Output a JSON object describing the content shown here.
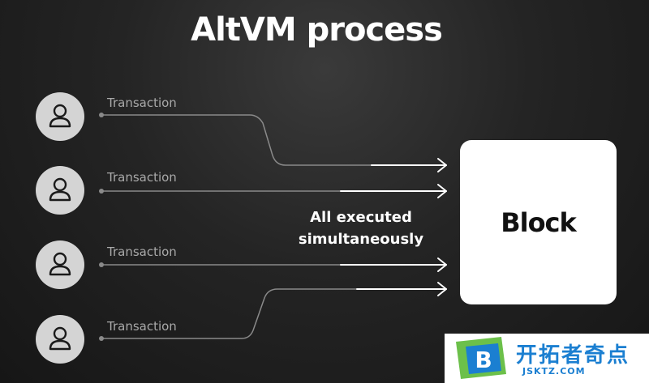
{
  "title": "AltVM process",
  "transactions": [
    {
      "label": "Transaction"
    },
    {
      "label": "Transaction"
    },
    {
      "label": "Transaction"
    },
    {
      "label": "Transaction"
    }
  ],
  "block": {
    "label": "Block"
  },
  "execution_note": [
    "All executed",
    "simultaneously"
  ],
  "watermark": {
    "name": "开拓者奇点",
    "url": "JSKTZ.COM",
    "logo_letter": "B"
  },
  "colors": {
    "background": "#1e1e1e",
    "text": "#ffffff",
    "label": "#a9a9a9",
    "connector": "#8a8a8a",
    "arrow": "#ffffff",
    "avatar": "#d4d4d4",
    "watermark_blue": "#1b7fd1",
    "watermark_green": "#6cc04a"
  },
  "icons": [
    "user-icon",
    "arrow-right-icon"
  ]
}
